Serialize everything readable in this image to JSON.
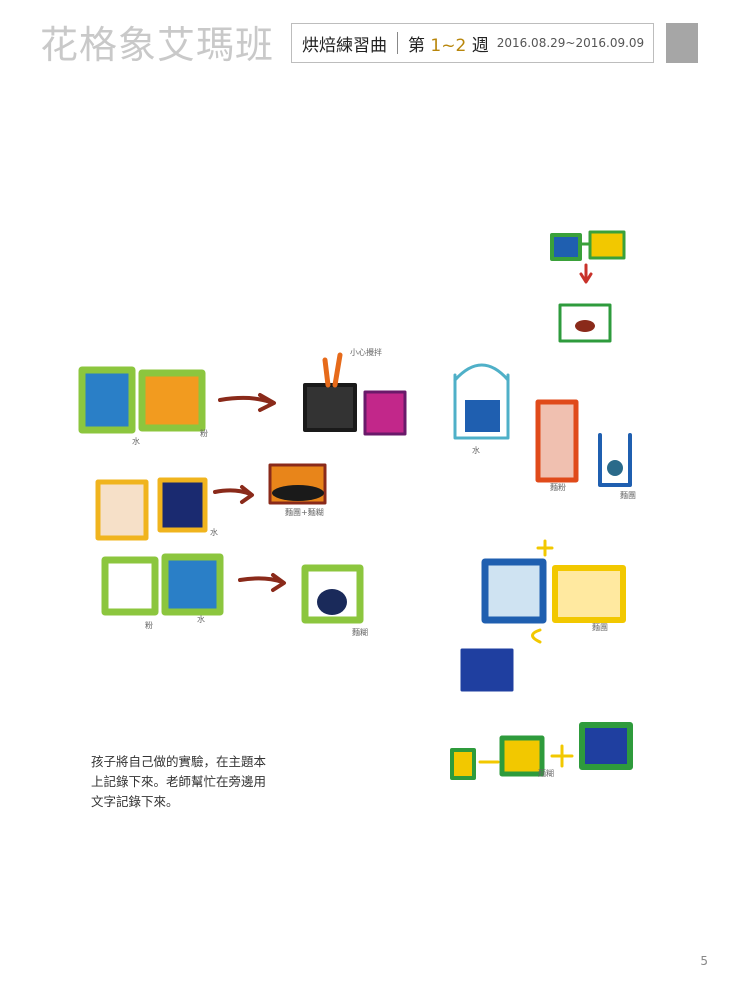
{
  "header": {
    "class_name": "花格象艾瑪班",
    "unit_title": "烘焙練習曲",
    "week_prefix": "第",
    "week_number": "1~2",
    "week_suffix": "週",
    "dates": "2016.08.29~2016.09.09"
  },
  "drawing": {
    "labels": [
      "小心攪拌",
      "水",
      "粉",
      "麵團+麵糊",
      "水",
      "粉",
      "水",
      "麵糊",
      "水",
      "麵粉",
      "麵團",
      "麵團",
      "麵糊"
    ]
  },
  "caption": {
    "lines": [
      "孩子將自己做的實驗，在主題本",
      "上記錄下來。老師幫忙在旁邊用",
      "文字記錄下來。"
    ]
  },
  "page_number": "5",
  "colors": {
    "header_gray": "#a6a6a6",
    "week_number": "#b8860b",
    "title_gray": "#c9c9c9"
  }
}
